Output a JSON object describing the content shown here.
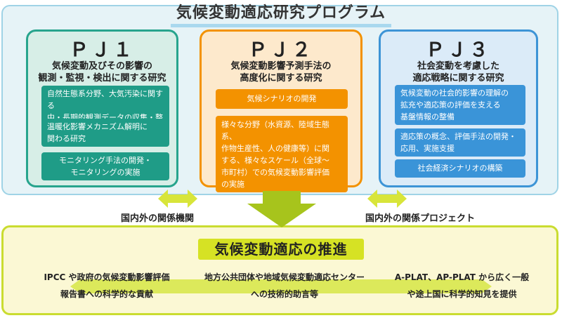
{
  "title": "気候変動適応研究プログラム",
  "projects": [
    {
      "title": "ＰＪ１",
      "subtitle": [
        "気候変動及びその影響の",
        "観測・監視・検出に関する研究"
      ],
      "items": [
        [
          "自然生態系分野、大気汚染に関する",
          "中・長期的観測データの収集・整備"
        ],
        [
          "温暖化影響メカニズム解明に",
          "関わる研究"
        ],
        [
          "モニタリング手法の開発・",
          "モニタリングの実施"
        ]
      ]
    },
    {
      "title": "ＰＪ２",
      "subtitle": [
        "気候変動影響予測手法の",
        "高度化に関する研究"
      ],
      "items": [
        [
          "気候シナリオの開発"
        ],
        [
          "様々な分野（水資源、陸域生態系、",
          "作物生産性、人の健康等）に関",
          "する、様々なスケール（全球～",
          "市町村）での気候変動影響評価",
          "の実施"
        ]
      ]
    },
    {
      "title": "ＰＪ３",
      "subtitle": [
        "社会変動を考慮した",
        "適応戦略に関する研究"
      ],
      "items": [
        [
          "気候変動の社会的影響の理解の",
          "拡充や適応策の評価を支える",
          "基盤情報の整備"
        ],
        [
          "適応策の概念、評価手法の開発・",
          "応用、実施支援"
        ],
        [
          "社会経済シナリオの構築"
        ]
      ]
    }
  ],
  "left_label": "国内外の関係機関",
  "right_label": "国内外の関係プロジェクト",
  "promotion_title": "気候変動適応の推進",
  "outcomes": [
    [
      "IPCC や政府の気候変動影響評価",
      "報告書への科学的な貢献"
    ],
    [
      "地方公共団体や地域気候変動適応センター",
      "への技術的助言等"
    ],
    [
      "A-PLAT、AP-PLAT から広く一般",
      "や途上国に科学的知見を提供"
    ]
  ],
  "colors": {
    "pj1": "#27a48d",
    "pj2": "#f39200",
    "pj3": "#3d94d6",
    "accent": "#cadc30",
    "arrow": "#a7c41c"
  }
}
